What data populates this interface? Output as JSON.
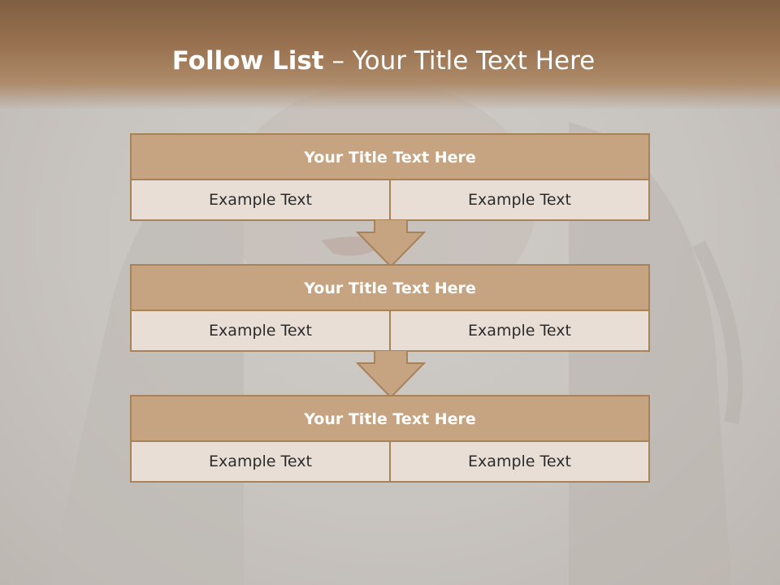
{
  "slide": {
    "title_bold": "Follow List",
    "title_rest": " – Your Title Text Here"
  },
  "blocks": [
    {
      "title": "Your Title Text Here",
      "left_text": "Example Text",
      "right_text": "Example Text"
    },
    {
      "title": "Your Title Text Here",
      "left_text": "Example Text",
      "right_text": "Example Text"
    },
    {
      "title": "Your Title Text Here",
      "left_text": "Example Text",
      "right_text": "Example Text"
    }
  ],
  "colors": {
    "header": "#98714f",
    "block_fill": "#c6a481",
    "block_border": "#a88259",
    "cell_fill": "#e8ded5",
    "arrow_fill": "#c6a481"
  },
  "icons": [
    "down-arrow-icon",
    "down-arrow-icon"
  ]
}
